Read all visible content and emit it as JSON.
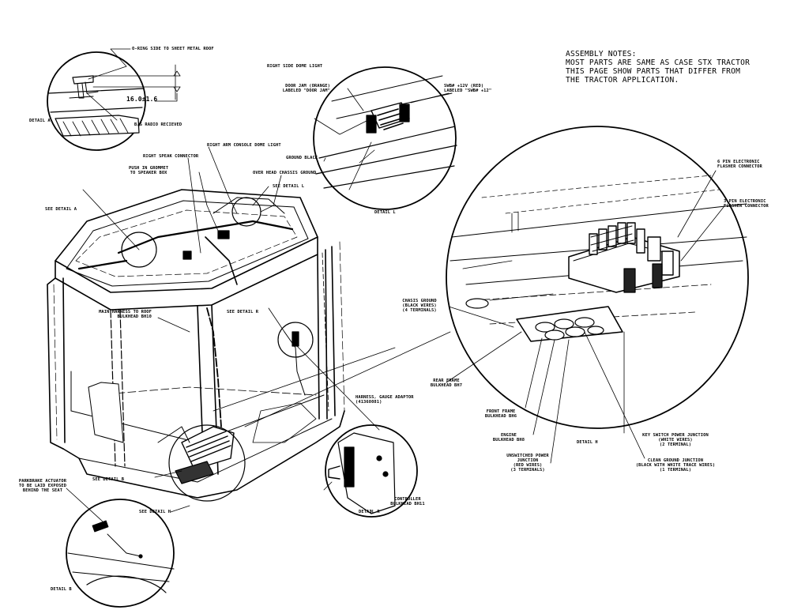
{
  "assembly_notes": {
    "heading": "ASSEMBLY NOTES:",
    "lines": [
      "MOST PARTS ARE SAME AS CASE STX TRACTOR",
      "THIS PAGE SHOW PARTS THAT DIFFER FROM",
      "THE TRACTOR APPLICATION."
    ]
  },
  "labels": {
    "oring": "O-RING SIDE TO SHEET METAL ROOF",
    "dimension": "16.0±1.6",
    "radio": "B/S RADIO RECIEVED",
    "detail_a": "DETAIL A",
    "see_detail_a": "SEE DETAIL A",
    "right_speak": "RIGHT SPEAK CONNECTOR",
    "grommet": "PUSH IN GROMMET\nTO SPEAKER BOX",
    "right_arm": "RIGHT ARM CONSOLE DOME LIGHT",
    "overhead": "OVER HEAD CHASSIS GROUND",
    "see_detail_l": "SEE DETAIL L",
    "right_dome": "RIGHT SIDE DOME LIGHT",
    "door_jam": "DOOR JAM (ORANGE)\nLABELED \"DOOR JAM\"",
    "swb": "SWB# +12V (RED)\nLABELED \"SWB# +12\"",
    "ground_black": "GROUND BLACK",
    "detail_l": "DETAIL L",
    "flasher6": "6 PIN ELECTRONIC\nFLASHER CONNECTOR",
    "flasher3": "3 PIN ELECTRONIC\nFLASHER CONNECTOR",
    "main_harness": "MAIN HARNESS TO ROOF\nBULKHEAD BH10",
    "see_detail_r": "SEE DETAIL R",
    "chassis_ground": "CHASIS GROUND\n(BLACK WIRES)\n(4 TERMINALS)",
    "rear_frame": "REAR FRAME\nBULKHEAD BH7",
    "harness_gauge": "HARNESS, GAUGE ADAPTOR\n(41368081)",
    "front_frame": "FRONT FRAME\nBULKHEAD BH6",
    "engine": "ENGINE\nBULKHEAD BH8",
    "unswitched": "UNSWITCHED POWER\nJUNCTION\n(RED WIRES)\n(3 TERMINALS)",
    "detail_h": "DETAIL H",
    "key_switch": "KEY SWITCH POWER JUNCTION\n(WHITE WIRES)\n(2 TERMINAL)",
    "clean_ground": "CLEAN GROUND JUNCTION\n(BLACK WITH WHITE TRACE WIRES)\n(1 TERMINAL)",
    "parkbrake": "PARKBRAKE ACTUATOR\nTO BE LAID EXPOSED\nBEHIND THE SEAT",
    "see_detail_b": "SEE DETAIL B",
    "see_detail_h": "SEE DETAIL H",
    "controller": "CONTROLLER\nBULKHEAD BH11",
    "detail_r": "DETAIL R",
    "detail_b": "DETAIL B"
  }
}
